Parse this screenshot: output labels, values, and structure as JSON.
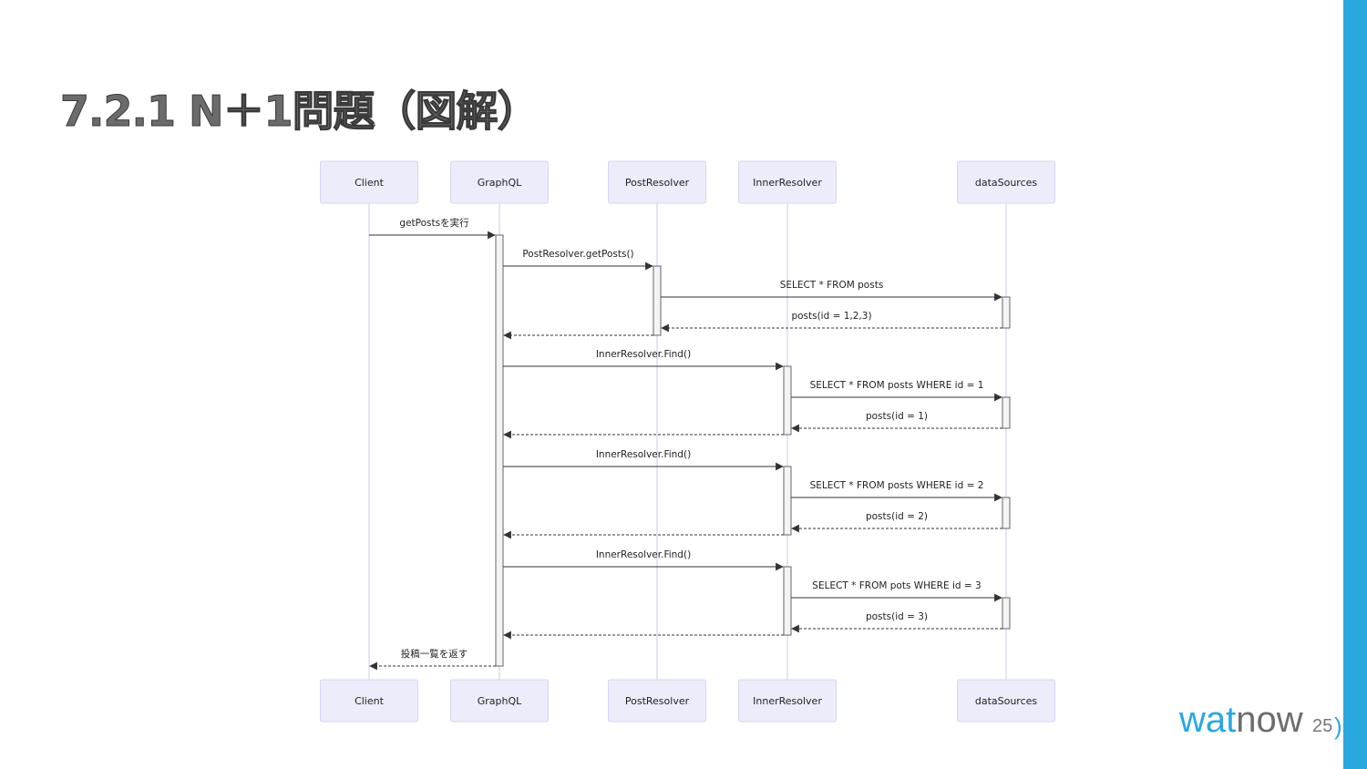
{
  "slide": {
    "title": "7.2.1 N＋1問題（図解）",
    "page_number": "25",
    "logo_wat": "wat",
    "logo_now": "now",
    "corner_mark": ")",
    "accent_color": "#29a8e0"
  },
  "diagram": {
    "type": "sequence",
    "participants": [
      "Client",
      "GraphQL",
      "PostResolver",
      "InnerResolver",
      "dataSources"
    ],
    "messages": [
      {
        "from": "Client",
        "to": "GraphQL",
        "label": "getPostsを実行",
        "style": "solid"
      },
      {
        "from": "GraphQL",
        "to": "PostResolver",
        "label": "PostResolver.getPosts()",
        "style": "solid"
      },
      {
        "from": "PostResolver",
        "to": "dataSources",
        "label": "SELECT * FROM posts",
        "style": "solid"
      },
      {
        "from": "dataSources",
        "to": "PostResolver",
        "label": "posts(id = 1,2,3)",
        "style": "dashed"
      },
      {
        "from": "PostResolver",
        "to": "GraphQL",
        "label": "",
        "style": "dashed"
      },
      {
        "from": "GraphQL",
        "to": "InnerResolver",
        "label": "InnerResolver.Find()",
        "style": "solid"
      },
      {
        "from": "InnerResolver",
        "to": "dataSources",
        "label": "SELECT * FROM posts WHERE id = 1",
        "style": "solid"
      },
      {
        "from": "dataSources",
        "to": "InnerResolver",
        "label": "posts(id = 1)",
        "style": "dashed"
      },
      {
        "from": "InnerResolver",
        "to": "GraphQL",
        "label": "",
        "style": "dashed"
      },
      {
        "from": "GraphQL",
        "to": "InnerResolver",
        "label": "InnerResolver.Find()",
        "style": "solid"
      },
      {
        "from": "InnerResolver",
        "to": "dataSources",
        "label": "SELECT * FROM posts WHERE id = 2",
        "style": "solid"
      },
      {
        "from": "dataSources",
        "to": "InnerResolver",
        "label": "posts(id = 2)",
        "style": "dashed"
      },
      {
        "from": "InnerResolver",
        "to": "GraphQL",
        "label": "",
        "style": "dashed"
      },
      {
        "from": "GraphQL",
        "to": "InnerResolver",
        "label": "InnerResolver.Find()",
        "style": "solid"
      },
      {
        "from": "InnerResolver",
        "to": "dataSources",
        "label": "SELECT * FROM pots WHERE id = 3",
        "style": "solid"
      },
      {
        "from": "dataSources",
        "to": "InnerResolver",
        "label": "posts(id = 3)",
        "style": "dashed"
      },
      {
        "from": "InnerResolver",
        "to": "GraphQL",
        "label": "",
        "style": "dashed"
      },
      {
        "from": "GraphQL",
        "to": "Client",
        "label": "投稿一覧を返す",
        "style": "dashed"
      }
    ]
  }
}
